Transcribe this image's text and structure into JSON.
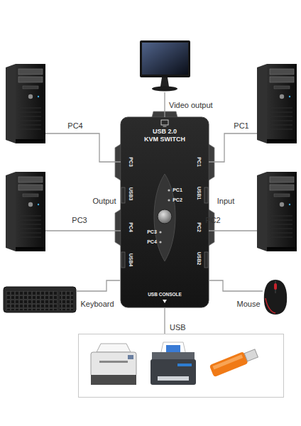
{
  "diagram": {
    "nodes": [
      {
        "text": [
          "Video output"
        ]
      },
      {
        "text": [
          "PC4"
        ]
      },
      {
        "text": [
          "PC1"
        ]
      },
      {
        "text": [
          "USB 2.0",
          "KVM SWITCH",
          "PC3",
          "USB3",
          "PC4",
          "USB4",
          "PC1",
          "USB1",
          "PC2",
          "USB2",
          "PC1",
          "PC2",
          "PC3",
          "PC4",
          "USB CONSOLE"
        ]
      },
      {
        "text": [
          "PC3"
        ]
      },
      {
        "text": [
          "PC2"
        ]
      },
      {
        "text": [
          "Keyboard"
        ]
      },
      {
        "text": [
          "Mouse"
        ]
      },
      {
        "text": [
          "USB"
        ]
      }
    ],
    "edges": [
      {
        "from": 3,
        "to": 0,
        "arrow": "none"
      },
      {
        "from": 3,
        "to": 1,
        "arrow": "none"
      },
      {
        "from": 3,
        "to": 2,
        "arrow": "none"
      },
      {
        "from": 3,
        "to": 4,
        "arrow": "none"
      },
      {
        "from": 3,
        "to": 5,
        "arrow": "none"
      },
      {
        "from": 3,
        "to": 6,
        "arrow": "none"
      },
      {
        "from": 3,
        "to": 7,
        "arrow": "none"
      },
      {
        "from": 3,
        "to": 8,
        "arrow": "none"
      }
    ],
    "labels": [
      "Output",
      "Input"
    ]
  }
}
